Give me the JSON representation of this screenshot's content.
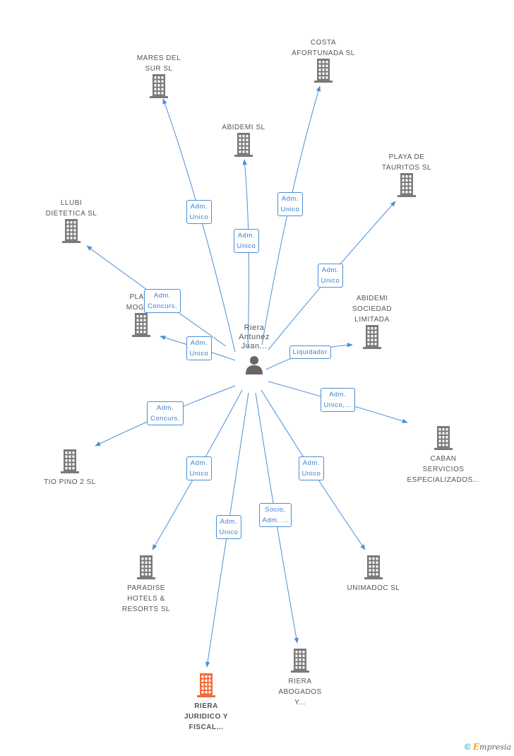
{
  "center": {
    "label": "Riera\nAntunez\nJuan..."
  },
  "colors": {
    "building": "#7a7a7a",
    "building_highlight": "#f26b3a",
    "edge": "#4a8fd8",
    "person": "#666666"
  },
  "nodes": [
    {
      "id": "mares",
      "label": "MARES DEL\nSUR SL"
    },
    {
      "id": "costa",
      "label": "COSTA\nAFORTUNADA SL"
    },
    {
      "id": "abidemi",
      "label": "ABIDEMI SL"
    },
    {
      "id": "playa_tauritos",
      "label": "PLAYA DE\nTAURITOS SL"
    },
    {
      "id": "llubi",
      "label": "LLUBI\nDIETETICA SL"
    },
    {
      "id": "playa_mogan",
      "label": "PLAYA\nMOGA..."
    },
    {
      "id": "abidemi_soc",
      "label": "ABIDEMI\nSOCIEDAD\nLIMITADA"
    },
    {
      "id": "tio_pino",
      "label": "TIO PINO 2 SL"
    },
    {
      "id": "caban",
      "label": "CABAN\nSERVICIOS\nESPECIALIZADOS..."
    },
    {
      "id": "paradise",
      "label": "PARADISE\nHOTELS &\nRESORTS SL"
    },
    {
      "id": "unimadoc",
      "label": "UNIMADOC SL"
    },
    {
      "id": "riera_abogados",
      "label": "RIERA\nABOGADOS\nY..."
    },
    {
      "id": "riera_juridico",
      "label": "RIERA\nJURIDICO Y\nFISCAL...",
      "highlight": true
    }
  ],
  "edges": [
    {
      "to": "mares",
      "label": "Adm.\nUnico"
    },
    {
      "to": "abidemi",
      "label": "Adm.\nUnico"
    },
    {
      "to": "costa",
      "label": "Adm.\nUnico"
    },
    {
      "to": "playa_tauritos",
      "label": "Adm.\nUnico"
    },
    {
      "to": "llubi",
      "label": "Adm.\nConcurs."
    },
    {
      "to": "playa_mogan",
      "label": "Adm.\nUnico"
    },
    {
      "to": "abidemi_soc",
      "label": "Liquidador"
    },
    {
      "to": "caban",
      "label": "Adm.\nUnico,..."
    },
    {
      "to": "tio_pino",
      "label": "Adm.\nConcurs."
    },
    {
      "to": "paradise",
      "label": "Adm.\nUnico"
    },
    {
      "to": "riera_juridico",
      "label": "Adm.\nUnico"
    },
    {
      "to": "riera_abogados",
      "label": "Socio,\nAdm. ..."
    },
    {
      "to": "unimadoc",
      "label": "Adm.\nUnico"
    }
  ],
  "footer": {
    "copyright": "©",
    "brand_initial": "E",
    "brand_rest": "mpresia"
  }
}
